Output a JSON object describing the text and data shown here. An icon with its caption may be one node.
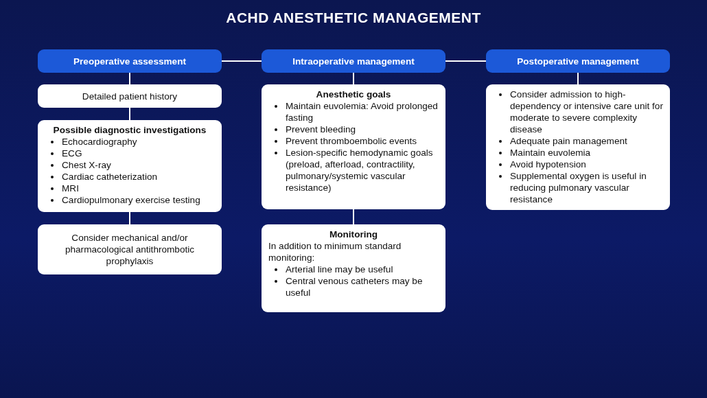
{
  "diagram": {
    "title": "ACHD ANESTHETIC MANAGEMENT",
    "nodes": [
      {
        "text": [
          "Preoperative assessment"
        ]
      },
      {
        "text": [
          "Intraoperative management"
        ]
      },
      {
        "text": [
          "Postoperative management"
        ]
      },
      {
        "text": [
          "Detailed patient history"
        ]
      },
      {
        "text": [
          "Possible diagnostic investigations",
          "Echocardiography",
          "ECG",
          "Chest X-ray",
          "Cardiac catheterization",
          "MRI",
          "Cardiopulmonary exercise testing"
        ]
      },
      {
        "text": [
          "Consider mechanical and/or pharmacological antithrombotic prophylaxis"
        ]
      },
      {
        "text": [
          "Anesthetic goals",
          "Maintain euvolemia: Avoid prolonged fasting",
          "Prevent bleeding",
          "Prevent thromboembolic events",
          "Lesion-specific hemodynamic goals (preload, afterload, contractility, pulmonary/systemic vascular resistance)"
        ]
      },
      {
        "text": [
          "Monitoring",
          "In addition to minimum standard monitoring:",
          "Arterial line may be useful",
          "Central venous catheters may be useful"
        ]
      },
      {
        "text": [
          "Consider admission to high-dependency or intensive care unit for moderate to severe complexity disease",
          "Adequate pain management",
          "Maintain euvolemia",
          "Avoid hypotension",
          "Supplemental oxygen is useful in reducing pulmonary vascular resistance"
        ]
      }
    ],
    "edges": [
      {
        "from": 0,
        "to": 1,
        "arrow": "none"
      },
      {
        "from": 1,
        "to": 2,
        "arrow": "none"
      },
      {
        "from": 0,
        "to": 3,
        "arrow": "none"
      },
      {
        "from": 3,
        "to": 4,
        "arrow": "none"
      },
      {
        "from": 4,
        "to": 5,
        "arrow": "none"
      },
      {
        "from": 1,
        "to": 6,
        "arrow": "none"
      },
      {
        "from": 6,
        "to": 7,
        "arrow": "none"
      },
      {
        "from": 2,
        "to": 8,
        "arrow": "none"
      }
    ]
  }
}
